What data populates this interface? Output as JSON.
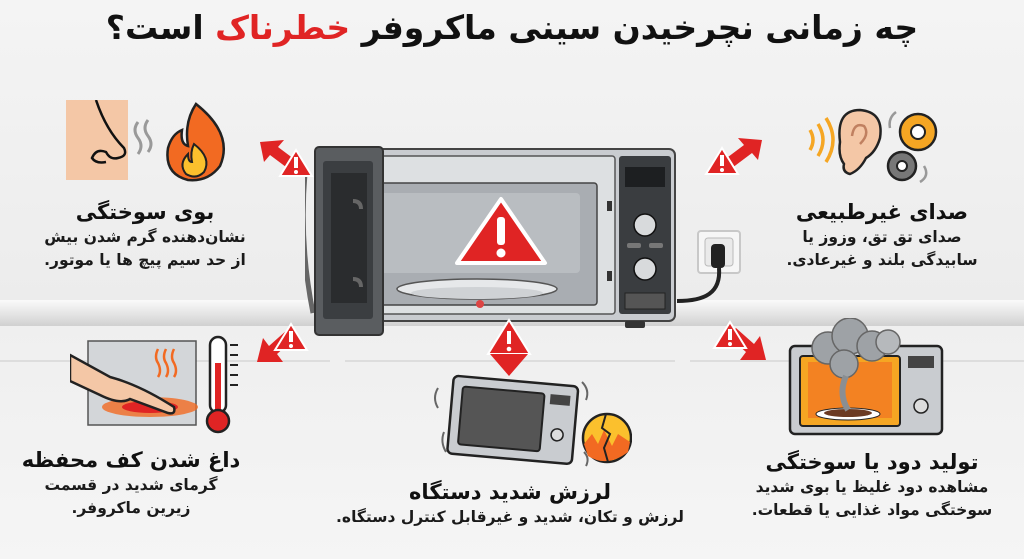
{
  "title": {
    "part1": "چه زمانی نچرخیدن سینی ماکروفر",
    "highlight": "خطرناک",
    "part2": "است؟"
  },
  "colors": {
    "accent_red": "#e02424",
    "flame_orange": "#f26a22",
    "gear_orange": "#f5a623",
    "steel": "#b8bcc0",
    "text": "#111111"
  },
  "center": {
    "icon": "microwave-open-door-with-warning-icon"
  },
  "items": [
    {
      "id": "burning-smell",
      "heading": "بوی سوختگی",
      "lines": [
        "نشان‌دهنده گرم شدن بیش",
        "از حد سیم پیچ ها یا موتور."
      ],
      "icons": [
        "nose-icon",
        "smell-waves-icon",
        "fire-icon"
      ]
    },
    {
      "id": "abnormal-noise",
      "heading": "صدای غیرطبیعی",
      "lines": [
        "صدای تق تق، وزوز یا",
        "سابیدگی بلند و غیرعادی."
      ],
      "icons": [
        "sound-waves-icon",
        "ear-icon",
        "gears-icon"
      ]
    },
    {
      "id": "hot-base",
      "heading": "داغ شدن کف محفظه",
      "lines": [
        "گرمای شدید در قسمت",
        "زیرین ماکروفر."
      ],
      "icons": [
        "hand-icon",
        "heat-waves-icon",
        "thermometer-icon"
      ]
    },
    {
      "id": "strong-vibration",
      "heading": "لرزش شدید دستگاه",
      "lines": [
        "لرزش و تکان، شدید و غیرقابل کنترل دستگاه."
      ],
      "icons": [
        "shaking-microwave-icon",
        "cracked-vibration-icon"
      ]
    },
    {
      "id": "smoke-burning",
      "heading": "تولید دود یا سوختگی",
      "lines": [
        "مشاهده دود غلیظ یا بوی شدید",
        "سوختگی مواد غذایی یا قطعات."
      ],
      "icons": [
        "smoking-microwave-icon"
      ]
    }
  ]
}
